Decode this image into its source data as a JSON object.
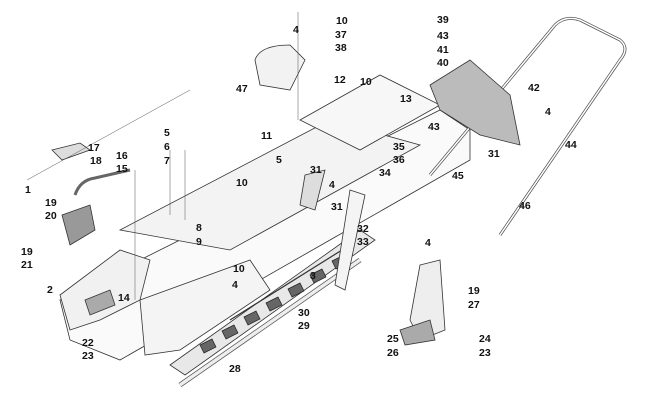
{
  "diagram": {
    "title": "Exploded parts diagram - tunnel / chassis assembly",
    "callouts": [
      {
        "id": "c1",
        "label": "1"
      },
      {
        "id": "c2",
        "label": "2"
      },
      {
        "id": "c3",
        "label": "3"
      },
      {
        "id": "c4a",
        "label": "4"
      },
      {
        "id": "c4b",
        "label": "4"
      },
      {
        "id": "c4c",
        "label": "4"
      },
      {
        "id": "c4d",
        "label": "4"
      },
      {
        "id": "c4e",
        "label": "4"
      },
      {
        "id": "c5a",
        "label": "5"
      },
      {
        "id": "c5b",
        "label": "5"
      },
      {
        "id": "c6",
        "label": "6"
      },
      {
        "id": "c7",
        "label": "7"
      },
      {
        "id": "c8",
        "label": "8"
      },
      {
        "id": "c9",
        "label": "9"
      },
      {
        "id": "c10a",
        "label": "10"
      },
      {
        "id": "c10b",
        "label": "10"
      },
      {
        "id": "c10c",
        "label": "10"
      },
      {
        "id": "c10d",
        "label": "10"
      },
      {
        "id": "c11",
        "label": "11"
      },
      {
        "id": "c12",
        "label": "12"
      },
      {
        "id": "c13",
        "label": "13"
      },
      {
        "id": "c14",
        "label": "14"
      },
      {
        "id": "c15",
        "label": "15"
      },
      {
        "id": "c16",
        "label": "16"
      },
      {
        "id": "c17",
        "label": "17"
      },
      {
        "id": "c18",
        "label": "18"
      },
      {
        "id": "c19a",
        "label": "19"
      },
      {
        "id": "c19b",
        "label": "19"
      },
      {
        "id": "c19c",
        "label": "19"
      },
      {
        "id": "c20",
        "label": "20"
      },
      {
        "id": "c21",
        "label": "21"
      },
      {
        "id": "c22",
        "label": "22"
      },
      {
        "id": "c23a",
        "label": "23"
      },
      {
        "id": "c23b",
        "label": "23"
      },
      {
        "id": "c24",
        "label": "24"
      },
      {
        "id": "c25",
        "label": "25"
      },
      {
        "id": "c26",
        "label": "26"
      },
      {
        "id": "c27",
        "label": "27"
      },
      {
        "id": "c28",
        "label": "28"
      },
      {
        "id": "c29",
        "label": "29"
      },
      {
        "id": "c30",
        "label": "30"
      },
      {
        "id": "c31a",
        "label": "31"
      },
      {
        "id": "c31b",
        "label": "31"
      },
      {
        "id": "c31c",
        "label": "31"
      },
      {
        "id": "c32",
        "label": "32"
      },
      {
        "id": "c33",
        "label": "33"
      },
      {
        "id": "c34",
        "label": "34"
      },
      {
        "id": "c35",
        "label": "35"
      },
      {
        "id": "c36",
        "label": "36"
      },
      {
        "id": "c37",
        "label": "37"
      },
      {
        "id": "c38",
        "label": "38"
      },
      {
        "id": "c39",
        "label": "39"
      },
      {
        "id": "c40",
        "label": "40"
      },
      {
        "id": "c41",
        "label": "41"
      },
      {
        "id": "c42",
        "label": "42"
      },
      {
        "id": "c43a",
        "label": "43"
      },
      {
        "id": "c43b",
        "label": "43"
      },
      {
        "id": "c44",
        "label": "44"
      },
      {
        "id": "c45",
        "label": "45"
      },
      {
        "id": "c46",
        "label": "46"
      },
      {
        "id": "c47",
        "label": "47"
      }
    ]
  }
}
